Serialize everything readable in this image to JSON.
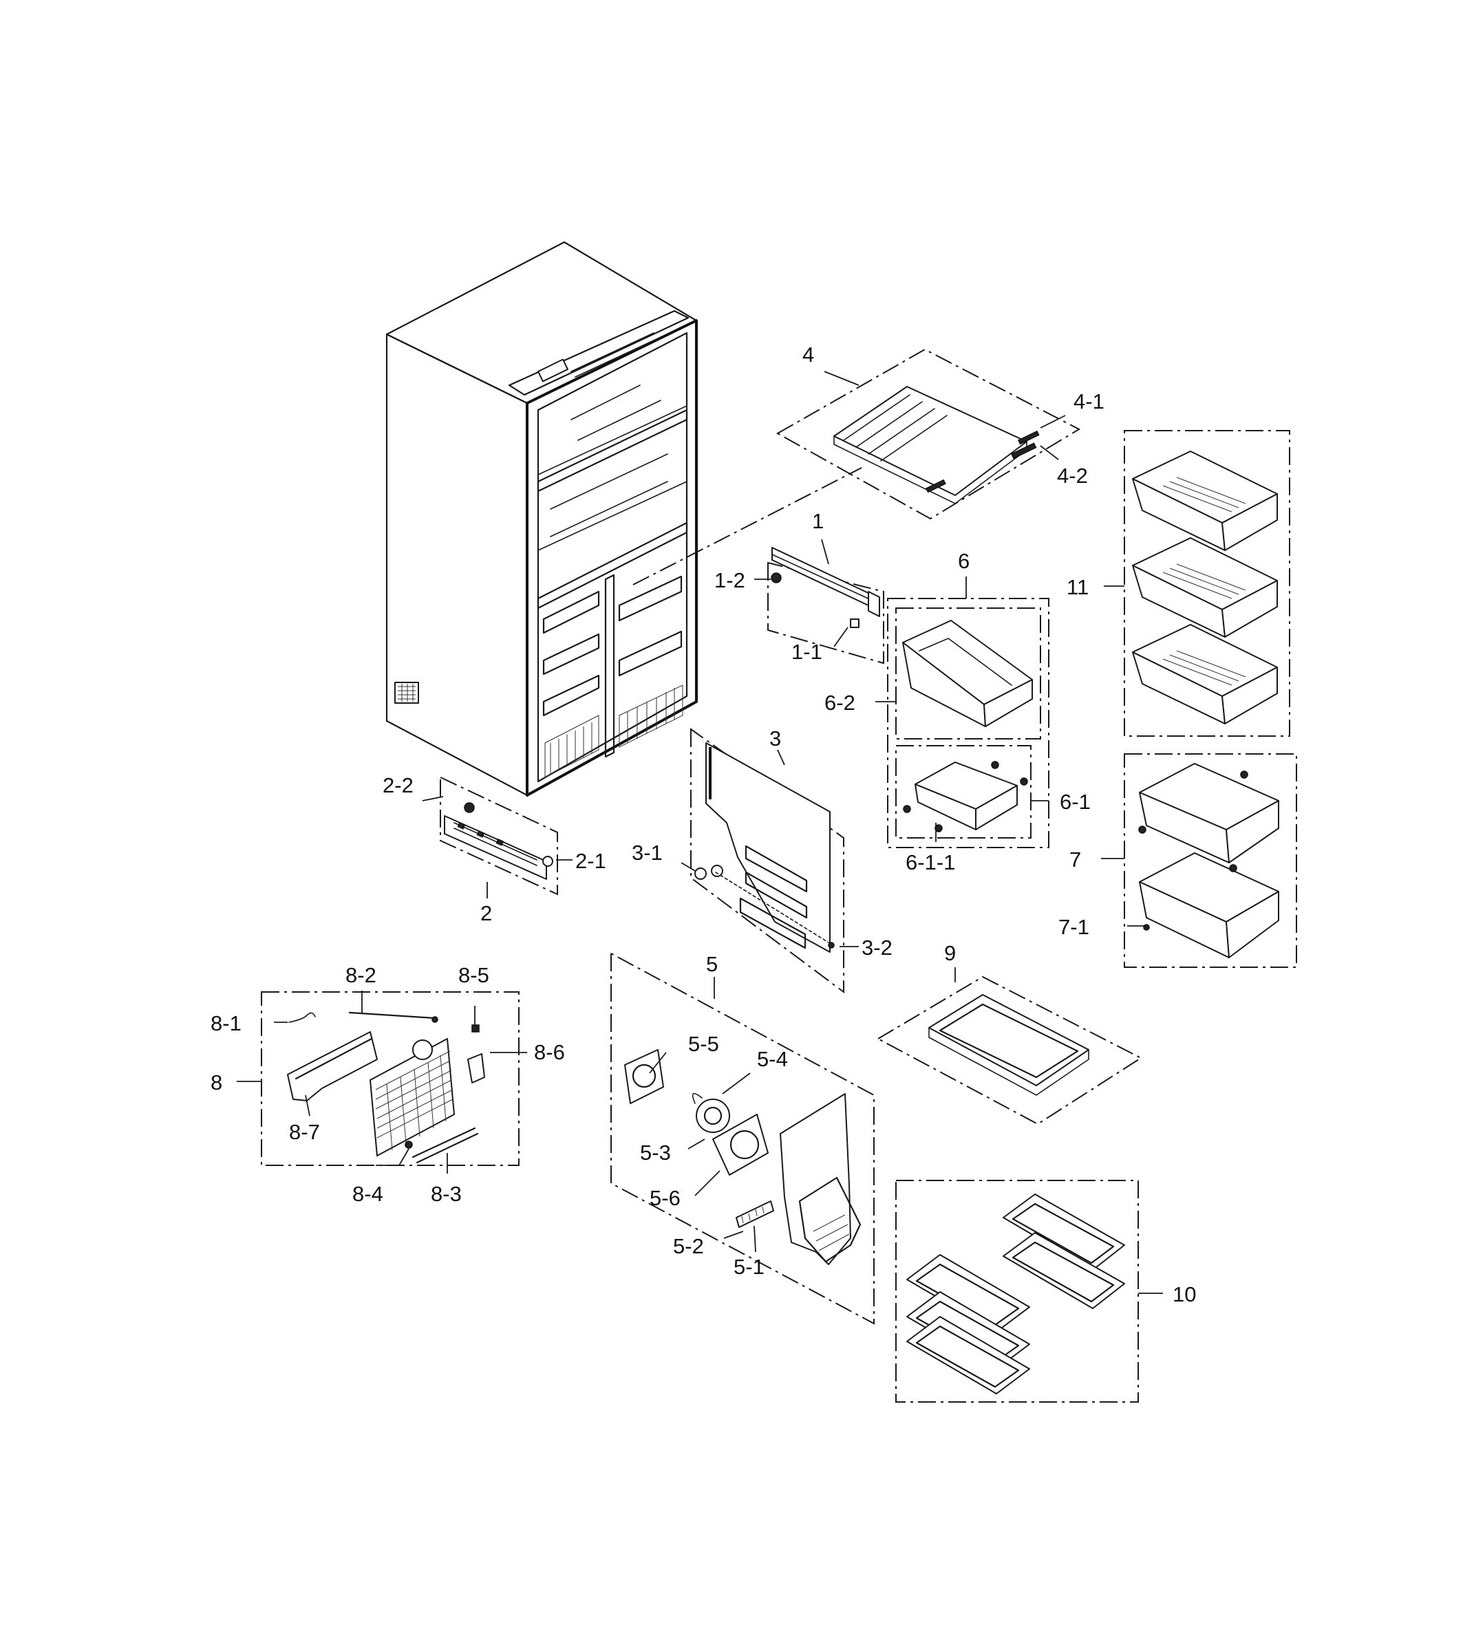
{
  "labels": {
    "c1": "1",
    "c1_1": "1-1",
    "c1_2": "1-2",
    "c2": "2",
    "c2_1": "2-1",
    "c2_2": "2-2",
    "c3": "3",
    "c3_1": "3-1",
    "c3_2": "3-2",
    "c4": "4",
    "c4_1": "4-1",
    "c4_2": "4-2",
    "c5": "5",
    "c5_1": "5-1",
    "c5_2": "5-2",
    "c5_3": "5-3",
    "c5_4": "5-4",
    "c5_5": "5-5",
    "c5_6": "5-6",
    "c6": "6",
    "c6_1": "6-1",
    "c6_1_1": "6-1-1",
    "c6_2": "6-2",
    "c7": "7",
    "c7_1": "7-1",
    "c8": "8",
    "c8_1": "8-1",
    "c8_2": "8-2",
    "c8_3": "8-3",
    "c8_4": "8-4",
    "c8_5": "8-5",
    "c8_6": "8-6",
    "c8_7": "8-7",
    "c9": "9",
    "c10": "10",
    "c11": "11"
  }
}
